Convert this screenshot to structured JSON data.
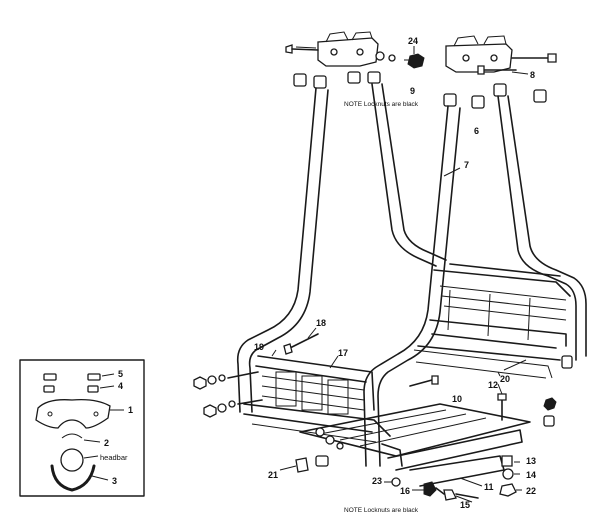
{
  "notes": {
    "top": "NOTE Locknuts are black",
    "bottom": "NOTE Locknuts are black"
  },
  "inset": {
    "headbar_label": "headbar",
    "callouts": [
      "5",
      "4",
      "1",
      "2",
      "3"
    ]
  },
  "callouts": {
    "n24": "24",
    "n8": "8",
    "n9": "9",
    "n6": "6",
    "n7": "7",
    "n18": "18",
    "n19": "19",
    "n17": "17",
    "n10": "10",
    "n12": "12",
    "n20": "20",
    "n21": "21",
    "n23": "23",
    "n16": "16",
    "n11": "11",
    "n15": "15",
    "n13": "13",
    "n14": "14",
    "n22": "22"
  }
}
